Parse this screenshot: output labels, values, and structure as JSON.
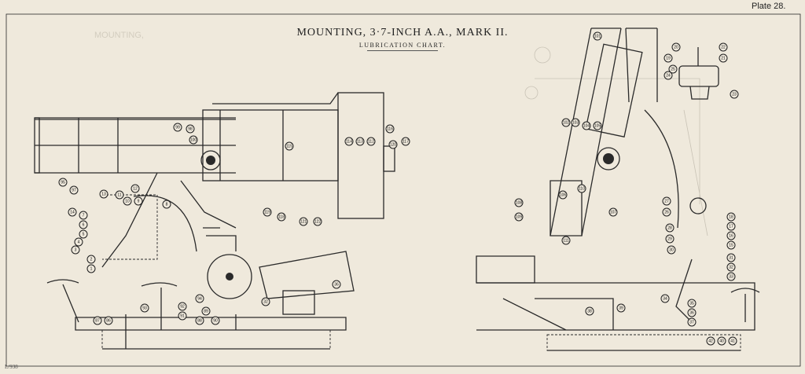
{
  "plate": "Plate 28.",
  "title": "MOUNTING, 3·7-INCH A.A., MARK II.",
  "subtitle": "LUBRICATION CHART.",
  "footer_code": "L/938",
  "ghost_text": "MOUNTING,",
  "left_callouts": [
    "95",
    "97",
    "13",
    "11",
    "12",
    "10",
    "9",
    "8",
    "14",
    "7",
    "6",
    "5",
    "4",
    "3",
    "2",
    "1",
    "99",
    "98",
    "100",
    "115",
    "114",
    "113",
    "112",
    "116",
    "120",
    "117",
    "118",
    "119",
    "121",
    "122",
    "36",
    "32",
    "94",
    "93",
    "92",
    "91",
    "90",
    "88",
    "89",
    "87",
    "86"
  ],
  "right_callouts": [
    "101",
    "102",
    "103",
    "104",
    "105",
    "106",
    "107",
    "108",
    "109",
    "110",
    "111",
    "25",
    "24",
    "23",
    "22",
    "21",
    "20",
    "19",
    "18",
    "17",
    "16",
    "15",
    "27",
    "26",
    "28",
    "29",
    "30",
    "31",
    "32",
    "33",
    "34",
    "35",
    "36",
    "37",
    "38",
    "39",
    "40",
    "41",
    "42"
  ]
}
